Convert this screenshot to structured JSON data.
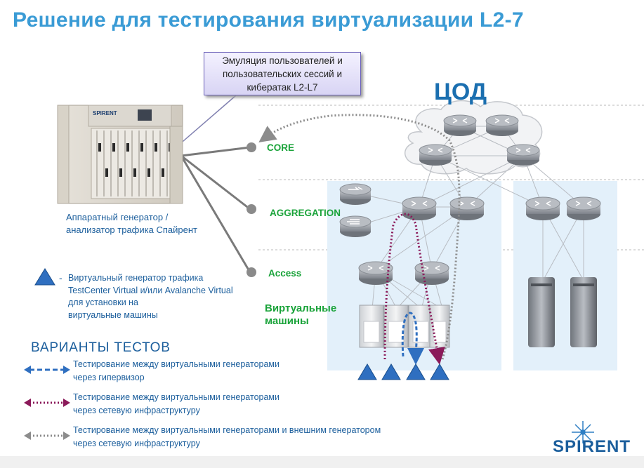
{
  "title": "Решение для тестирования виртуализации L2-7",
  "callout": {
    "lines": [
      "Эмуляция пользователей и",
      "пользовательских сессий и",
      "кибератак L2-L7"
    ]
  },
  "hardware": {
    "brand_label": "SPIRENT",
    "caption": [
      "Аппаратный генератор /",
      "анализатор трафика Спайрент"
    ]
  },
  "datacenter": {
    "title": "ЦОД",
    "layers": {
      "core": "CORE",
      "aggregation": "AGGREGATION",
      "access": "Access"
    },
    "vm_label": [
      "Виртуальные",
      "машины"
    ]
  },
  "virtual_generator": {
    "dash": "-",
    "lines": [
      "Виртуальный генератор трафика",
      "TestCenter Virtual и/или Avalanche Virtual",
      "для установки на",
      "виртуальные машины"
    ]
  },
  "tests": {
    "title": "ВАРИАНТЫ ТЕСТОВ",
    "items": [
      {
        "color": "#2f6fc0",
        "lines": [
          "Тестирование между виртуальными генераторами",
          "через гипервизор"
        ]
      },
      {
        "color": "#8b1a5a",
        "lines": [
          "Тестирование между виртуальными генераторами",
          "через сетевую инфраструктуру"
        ]
      },
      {
        "color": "#8c8c8c",
        "lines": [
          "Тестирование между виртуальными генераторами и внешним генератором",
          "через сетевую инфраструктуру"
        ]
      }
    ]
  },
  "logo": {
    "text": "SPIRENT"
  },
  "colors": {
    "title": "#3a9bd5",
    "layer_label": "#1aa33a",
    "body_text": "#1b5e9c",
    "router": "#8a8f96",
    "rack_area": "#e3f0fa",
    "hypervisor_path": "#2f6fc0",
    "network_path": "#8b1a5a",
    "external_path": "#8c8c8c"
  },
  "icons": [
    "router-icon",
    "firewall-icon",
    "load-balancer-icon",
    "server-rack-icon",
    "storage-icon",
    "triangle-icon",
    "cloud-icon"
  ]
}
